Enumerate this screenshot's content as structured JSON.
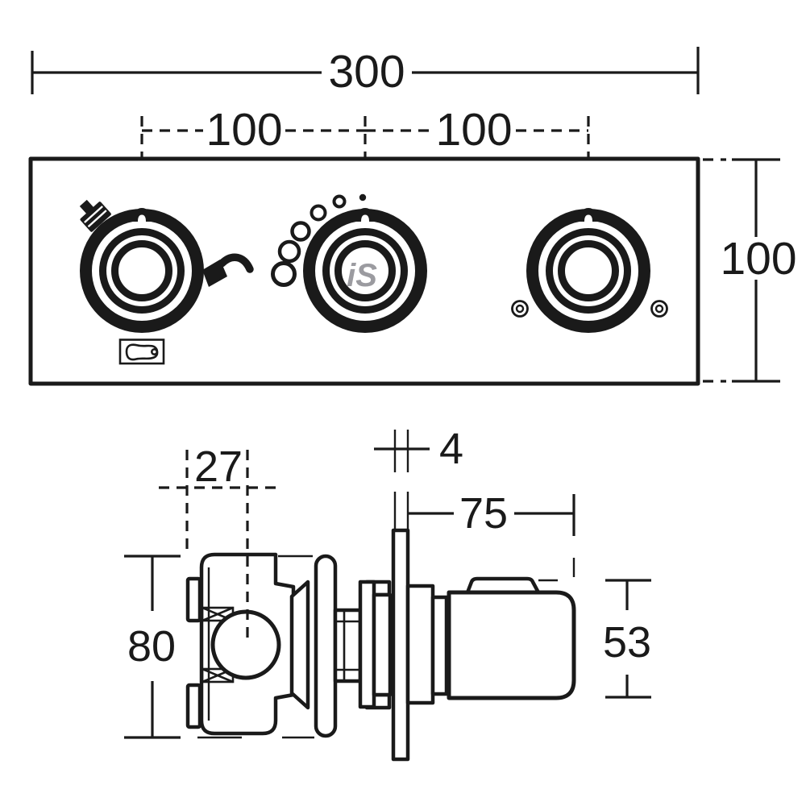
{
  "drawing": {
    "description": "Technical dimension drawing of a 3-control built-in thermostatic shower mixer trim",
    "background": "#ffffff",
    "line_color": "#1a1a1a",
    "logo_color": "#9b9ba0"
  },
  "front_view": {
    "width_label": "300",
    "left_spacing_label": "100",
    "right_spacing_label": "100",
    "height_label": "100",
    "center_knob_logo": "iS"
  },
  "side_view": {
    "plate_thickness_label": "4",
    "handle_projection_label": "75",
    "offset_label": "27",
    "body_height_label": "80",
    "handle_height_label": "53"
  }
}
